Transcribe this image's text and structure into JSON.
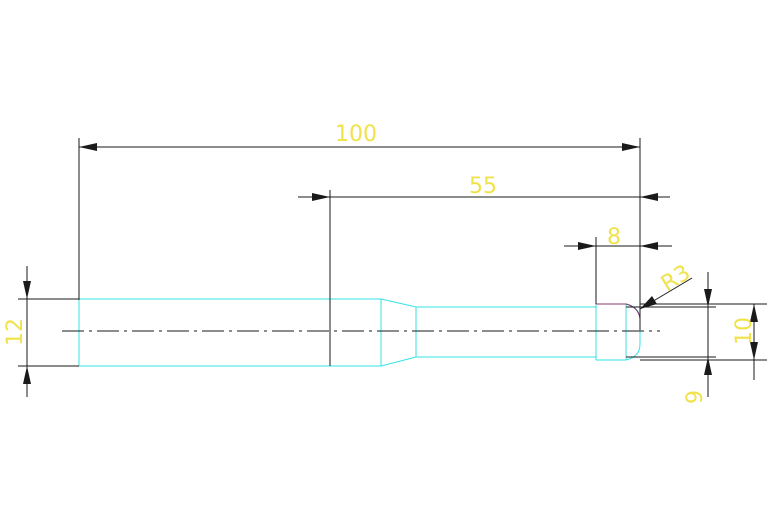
{
  "drawing": {
    "dimensions": {
      "overall_length": "100",
      "shoulder_length": "55",
      "tip_length": "8",
      "tip_radius": "R3",
      "tip_diameter": "10",
      "small_dia": "9",
      "shank_diameter": "12"
    },
    "colors": {
      "outline": "#35e3e6",
      "dimension_lines": "#1a1a1a",
      "dimension_text": "#f0e24a",
      "radius_arc": "#5a2a8a"
    }
  }
}
